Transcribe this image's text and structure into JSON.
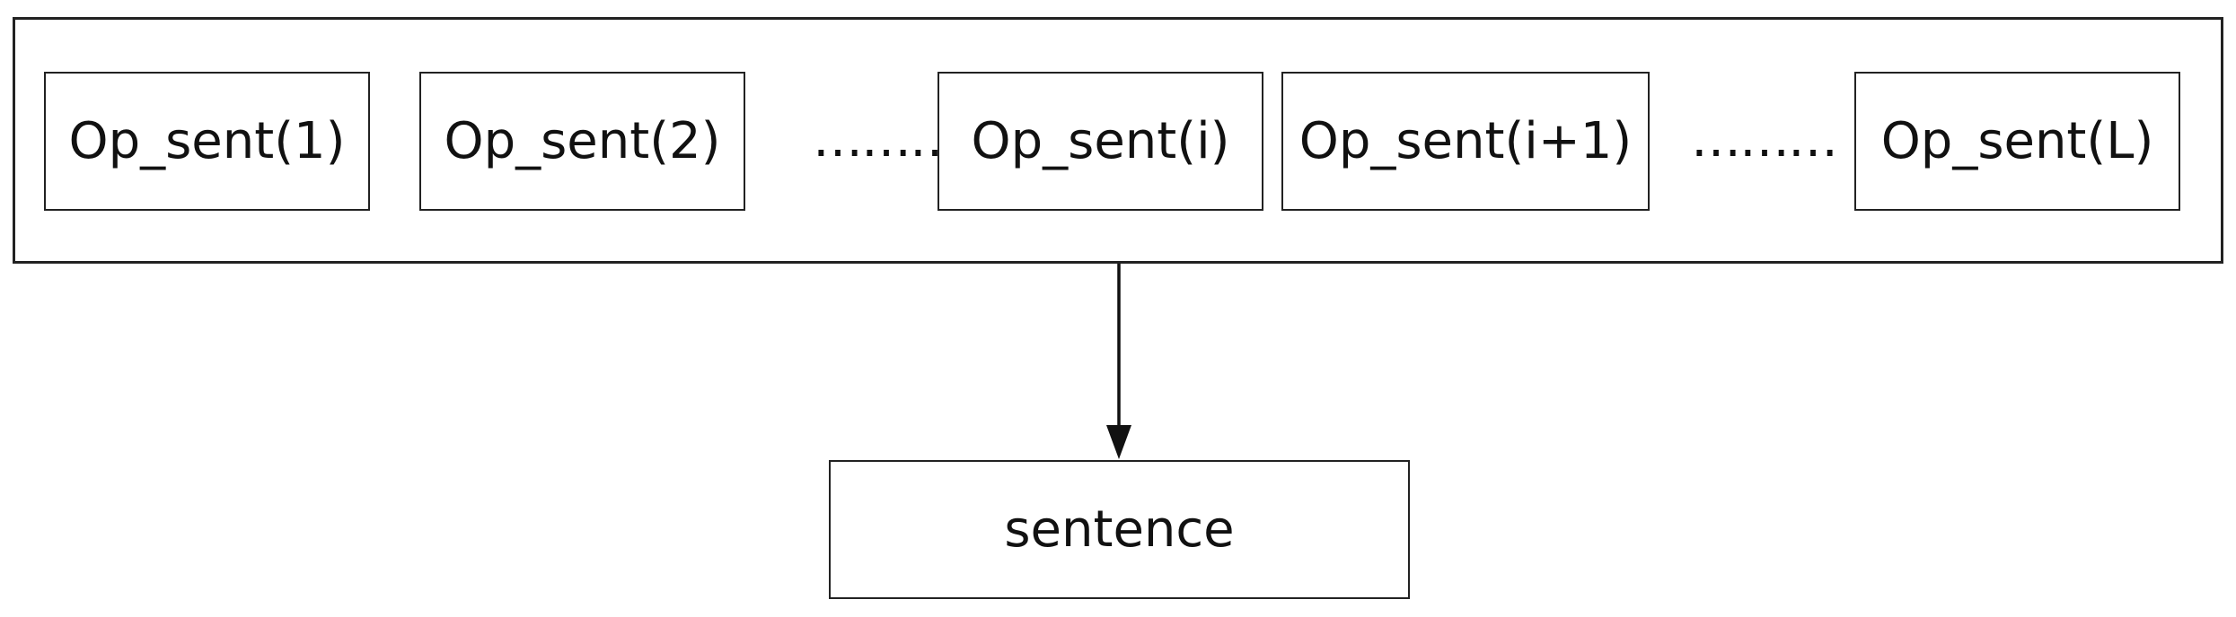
{
  "diagram": {
    "op_sentences": [
      {
        "label": "Op_sent(1)"
      },
      {
        "label": "Op_sent(2)"
      },
      {
        "label": "Op_sent(i)"
      },
      {
        "label": "Op_sent(i+1)"
      },
      {
        "label": "Op_sent(L)"
      }
    ],
    "ellipsis_1": "………",
    "ellipsis_2": "………",
    "output": {
      "label": "sentence"
    },
    "colors": {
      "stroke": "#222222",
      "background": "#ffffff"
    }
  }
}
